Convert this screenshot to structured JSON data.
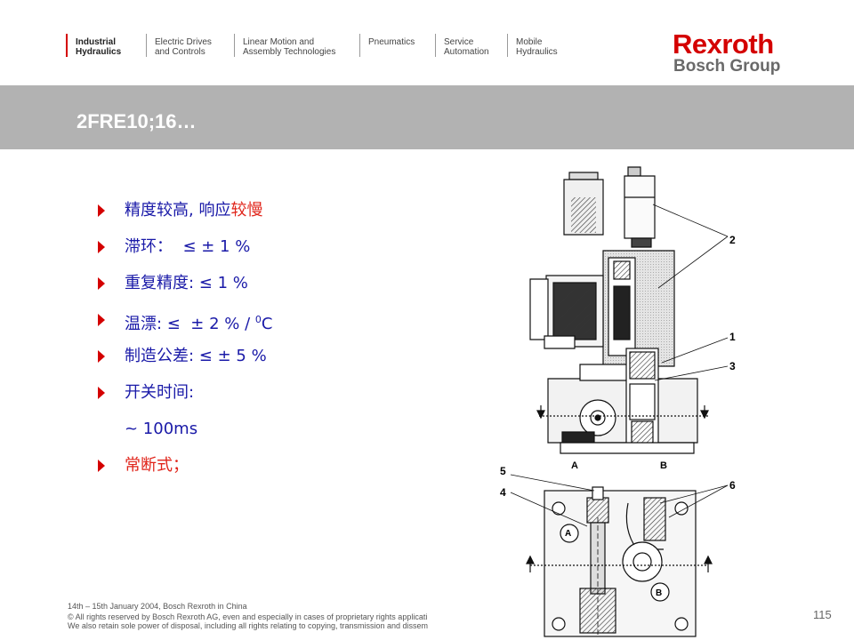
{
  "nav": {
    "items": [
      {
        "line1": "Industrial",
        "line2": "Hydraulics"
      },
      {
        "line1": "Electric Drives",
        "line2": "and Controls"
      },
      {
        "line1": "Linear Motion and",
        "line2": "Assembly Technologies"
      },
      {
        "line1": "",
        "line2": "Pneumatics"
      },
      {
        "line1": "Service",
        "line2": "Automation"
      },
      {
        "line1": "Mobile",
        "line2": "Hydraulics"
      }
    ]
  },
  "logo": {
    "brand": "Rexroth",
    "group": "Bosch Group"
  },
  "title": "2FRE10;16…",
  "bullets": [
    {
      "a": "精度较高, 响应",
      "b": "较慢"
    },
    {
      "a": "滞环：  ≤ ± 1 %"
    },
    {
      "a": "重复精度: ≤ 1 %"
    },
    {
      "a": "温漂: ≤  ± 2 % / ",
      "sup": "0",
      "c": "C"
    },
    {
      "a": "制造公差: ≤ ± 5 %"
    },
    {
      "a": "开关时间:"
    },
    {
      "a": "~ 100ms"
    },
    {
      "b": "常断式；"
    }
  ],
  "footer": {
    "line1": "14th – 15th January 2004, Bosch Rexroth in China",
    "line2": "© All rights reserved by Bosch Rexroth AG, even and especially in cases of proprietary rights applicati",
    "line3": "We also retain sole power of disposal, including all rights relating to copying, transmission and dissem"
  },
  "page_number": "115",
  "diagram_labels": {
    "l1": "1",
    "l2": "2",
    "l3": "3",
    "l4": "4",
    "l5": "5",
    "l6": "6",
    "portA": "A",
    "portB": "B",
    "portA2": "A",
    "portB2": "B"
  }
}
